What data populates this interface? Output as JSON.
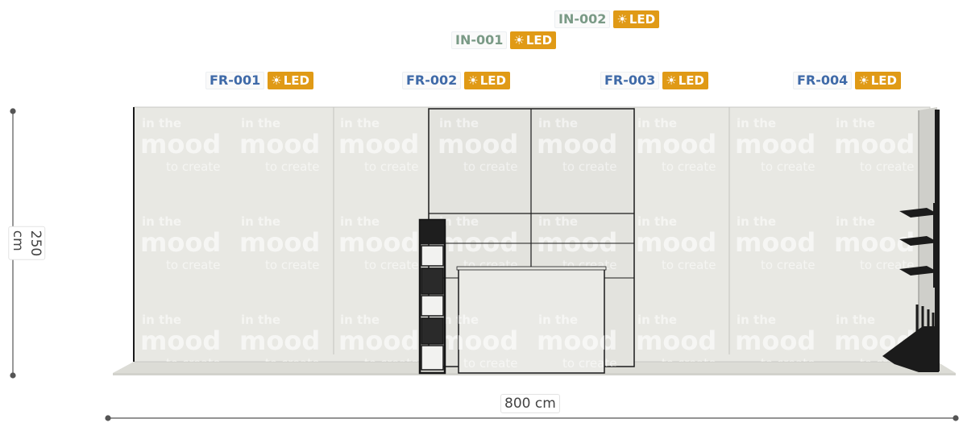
{
  "tags": [
    {
      "id": "fr1",
      "code": "FR-001",
      "kind": "fr",
      "led": "LED"
    },
    {
      "id": "fr2",
      "code": "FR-002",
      "kind": "fr",
      "led": "LED"
    },
    {
      "id": "fr3",
      "code": "FR-003",
      "kind": "fr",
      "led": "LED"
    },
    {
      "id": "fr4",
      "code": "FR-004",
      "kind": "fr",
      "led": "LED"
    },
    {
      "id": "in1",
      "code": "IN-001",
      "kind": "in",
      "led": "LED"
    },
    {
      "id": "in2",
      "code": "IN-002",
      "kind": "in",
      "led": "LED"
    }
  ],
  "dimensions": {
    "width": "800 cm",
    "height": "250 cm"
  },
  "graphic": {
    "line1": "in the",
    "line2": "mood",
    "line3": "to create",
    "logo_on": "ON"
  },
  "colors": {
    "panel": "#e6e6e1",
    "floor": "#dcdcd6",
    "frame": "#1b1b1b",
    "led": "#e09a16",
    "fr_text": "#3f6aa8",
    "in_text": "#7a9a86"
  }
}
